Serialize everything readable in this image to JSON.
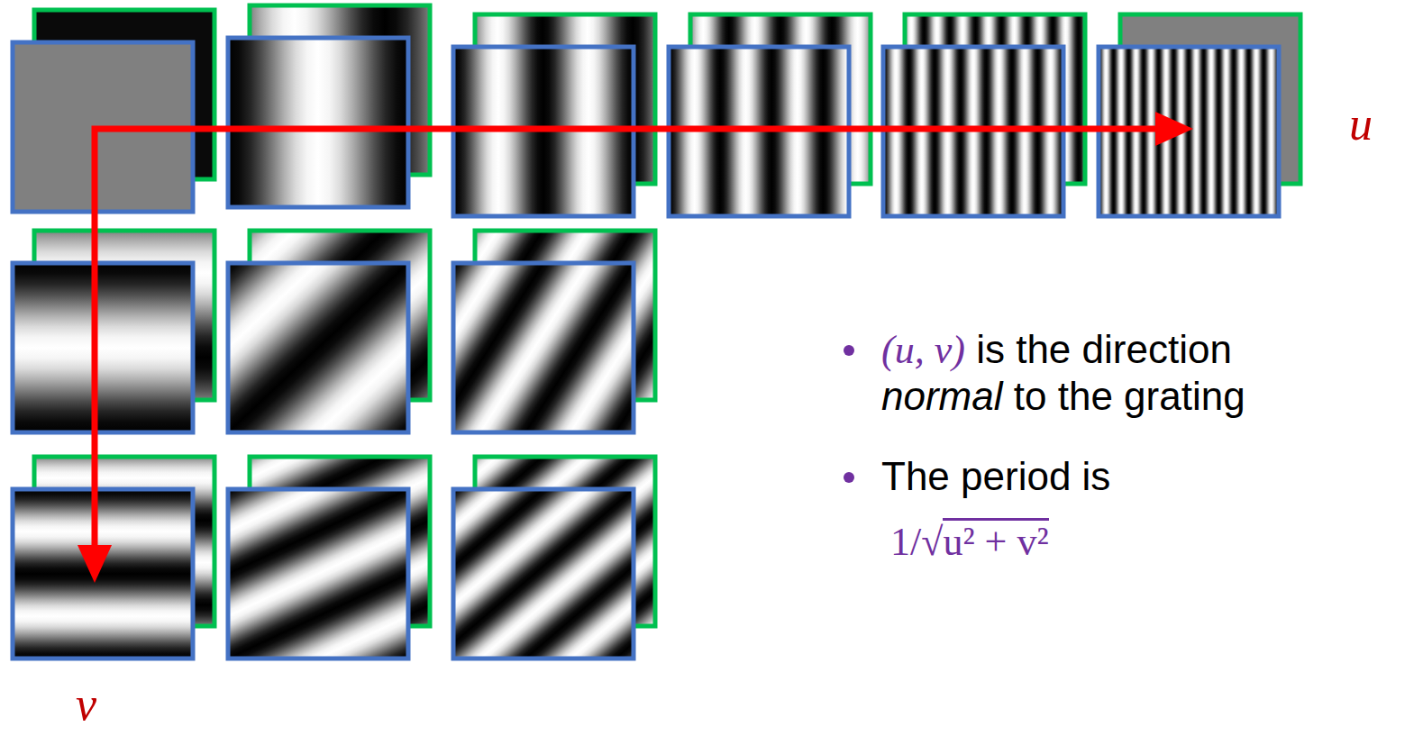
{
  "diagram": {
    "labels": [
      "u",
      "v",
      "(u, v)",
      "is the direction",
      "normal",
      "to the grating",
      "The period is",
      "1/√",
      "u² + v²"
    ]
  }
}
